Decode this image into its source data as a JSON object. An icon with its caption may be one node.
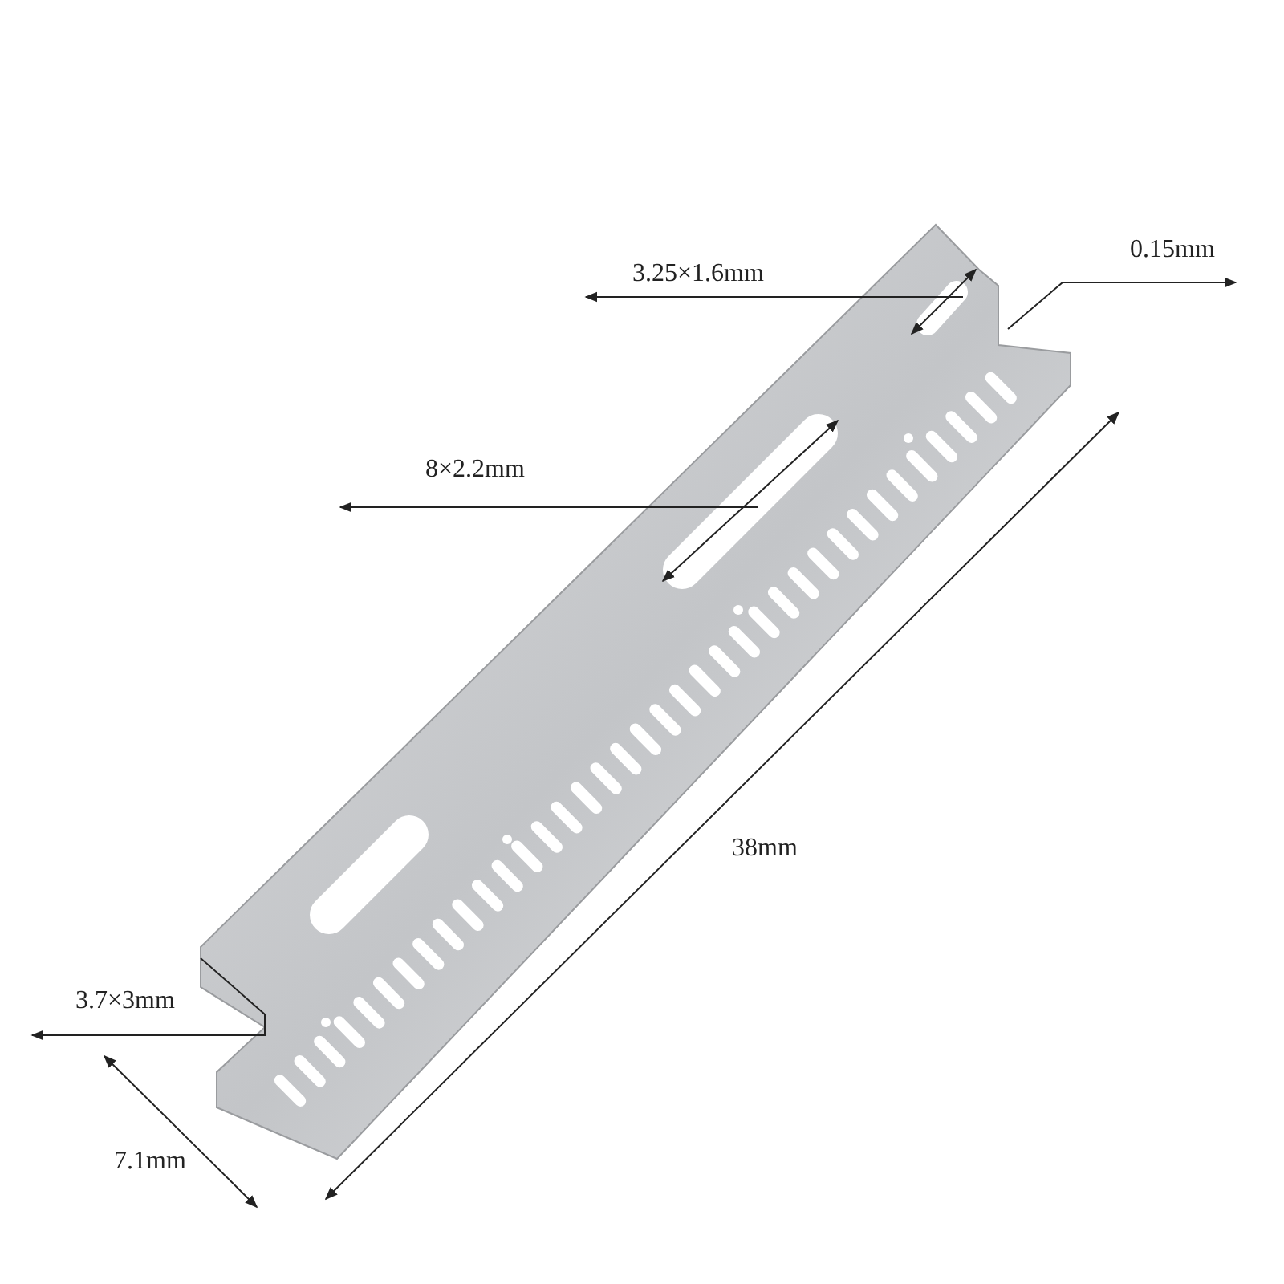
{
  "diagram": {
    "labels": [
      "3.25×1.6mm",
      "0.15mm",
      "8×2.2mm",
      "38mm",
      "3.7×3mm",
      "7.1mm"
    ]
  }
}
